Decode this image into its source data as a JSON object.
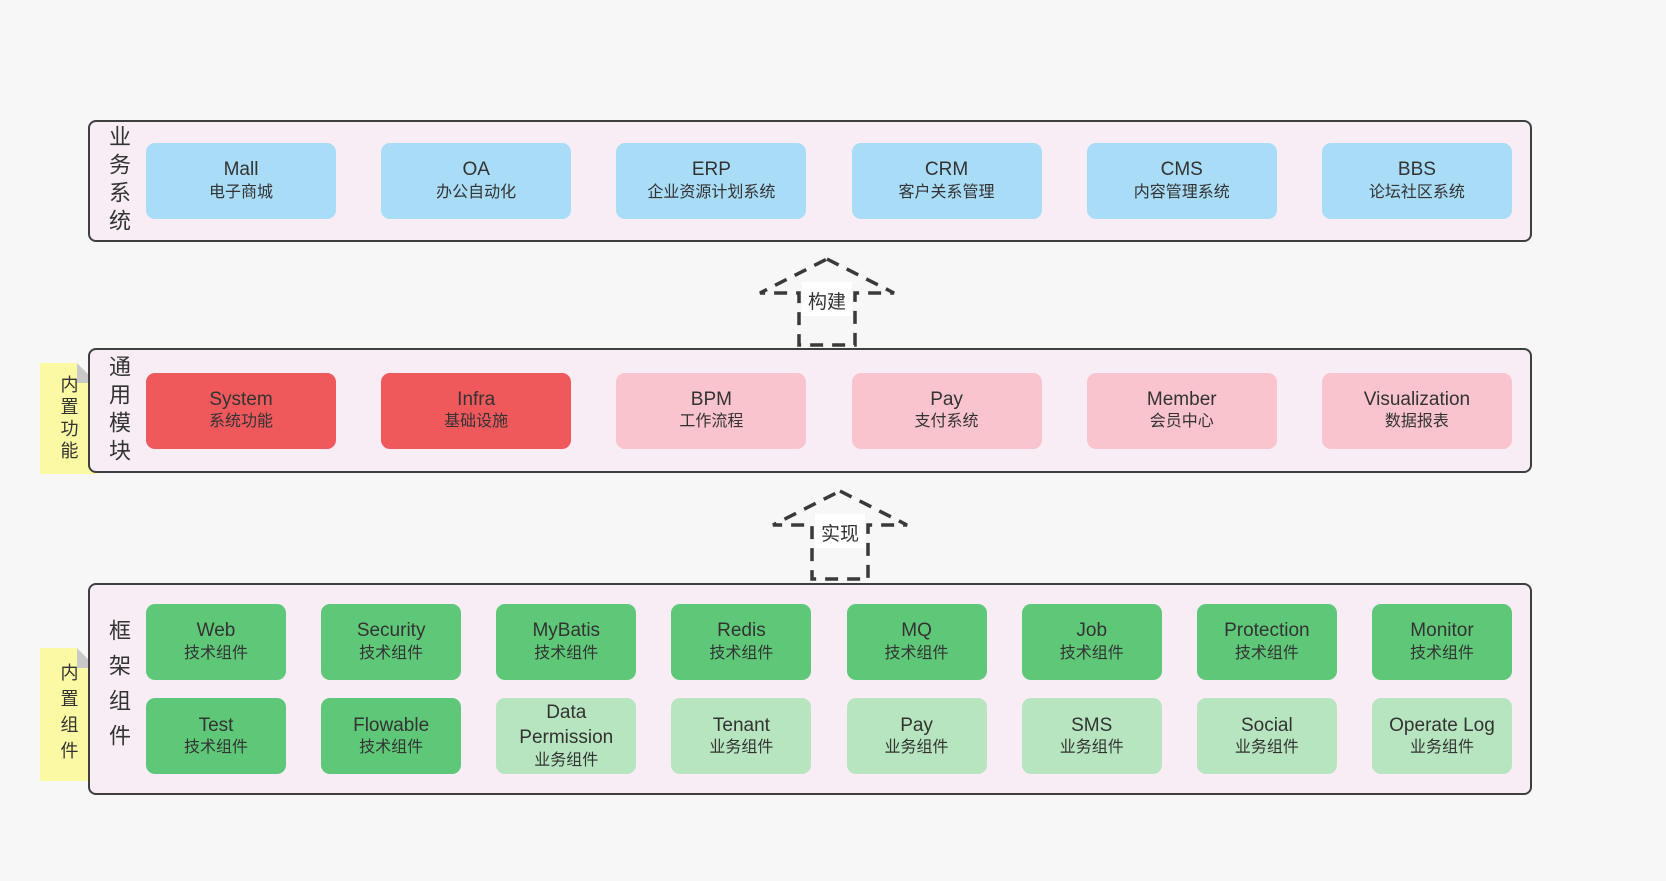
{
  "palette": {
    "page-bg": "#f7f7f7",
    "panel-bg": "#f8edf5",
    "panel-border": "#3f3f3f",
    "text": "#333333",
    "blue": "#a9dcf6",
    "red": "#f0595c",
    "pink": "#f9c4cd",
    "green": "#5ec878",
    "green-light": "#b7e5c0",
    "sticky-yellow": "#fbf9a3",
    "sticky-fold": "#c9c9c9",
    "arrow": "#3a3a3a"
  },
  "layers": {
    "business": {
      "label": "业务系统",
      "boxes": [
        {
          "name": "Mall",
          "desc": "电子商城"
        },
        {
          "name": "OA",
          "desc": "办公自动化"
        },
        {
          "name": "ERP",
          "desc": "企业资源计划系统"
        },
        {
          "name": "CRM",
          "desc": "客户关系管理"
        },
        {
          "name": "CMS",
          "desc": "内容管理系统"
        },
        {
          "name": "BBS",
          "desc": "论坛社区系统"
        }
      ]
    },
    "modules": {
      "label": "通用模块",
      "sticky": "内置功能",
      "boxes": [
        {
          "name": "System",
          "desc": "系统功能"
        },
        {
          "name": "Infra",
          "desc": "基础设施"
        },
        {
          "name": "BPM",
          "desc": "工作流程"
        },
        {
          "name": "Pay",
          "desc": "支付系统"
        },
        {
          "name": "Member",
          "desc": "会员中心"
        },
        {
          "name": "Visualization",
          "desc": "数据报表"
        }
      ]
    },
    "components": {
      "label": "框架组件",
      "sticky": "内置组件",
      "row1": [
        {
          "name": "Web",
          "desc": "技术组件"
        },
        {
          "name": "Security",
          "desc": "技术组件"
        },
        {
          "name": "MyBatis",
          "desc": "技术组件"
        },
        {
          "name": "Redis",
          "desc": "技术组件"
        },
        {
          "name": "MQ",
          "desc": "技术组件"
        },
        {
          "name": "Job",
          "desc": "技术组件"
        },
        {
          "name": "Protection",
          "desc": "技术组件"
        },
        {
          "name": "Monitor",
          "desc": "技术组件"
        }
      ],
      "row2": [
        {
          "name": "Test",
          "desc": "技术组件"
        },
        {
          "name": "Flowable",
          "desc": "技术组件"
        },
        {
          "name": "Data Permission",
          "desc": "业务组件"
        },
        {
          "name": "Tenant",
          "desc": "业务组件"
        },
        {
          "name": "Pay",
          "desc": "业务组件"
        },
        {
          "name": "SMS",
          "desc": "业务组件"
        },
        {
          "name": "Social",
          "desc": "业务组件"
        },
        {
          "name": "Operate Log",
          "desc": "业务组件"
        }
      ]
    }
  },
  "arrows": {
    "build": "构建",
    "implement": "实现"
  }
}
